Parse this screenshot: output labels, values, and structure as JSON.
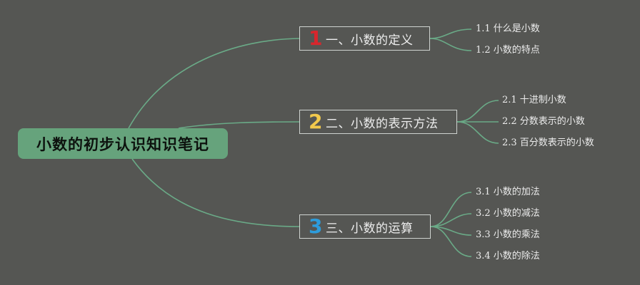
{
  "root": {
    "label": "小数的初步认识知识笔记"
  },
  "branches": [
    {
      "number": "1",
      "number_color": "#d8262d",
      "label": "一、小数的定义",
      "children": [
        "1.1 什么是小数",
        "1.2 小数的特点"
      ]
    },
    {
      "number": "2",
      "number_color": "#f2c94c",
      "label": "二、小数的表示方法",
      "children": [
        "2.1 十进制小数",
        "2.2 分数表示的小数",
        "2.3 百分数表示的小数"
      ]
    },
    {
      "number": "3",
      "number_color": "#2d9cdb",
      "label": "三、小数的运算",
      "children": [
        "3.1 小数的加法",
        "3.2 小数的减法",
        "3.3 小数的乘法",
        "3.4 小数的除法"
      ]
    }
  ],
  "colors": {
    "background": "#555653",
    "root_fill": "#66a37c",
    "connector": "#6aaa87",
    "branch_border": "#cfd3d0"
  }
}
